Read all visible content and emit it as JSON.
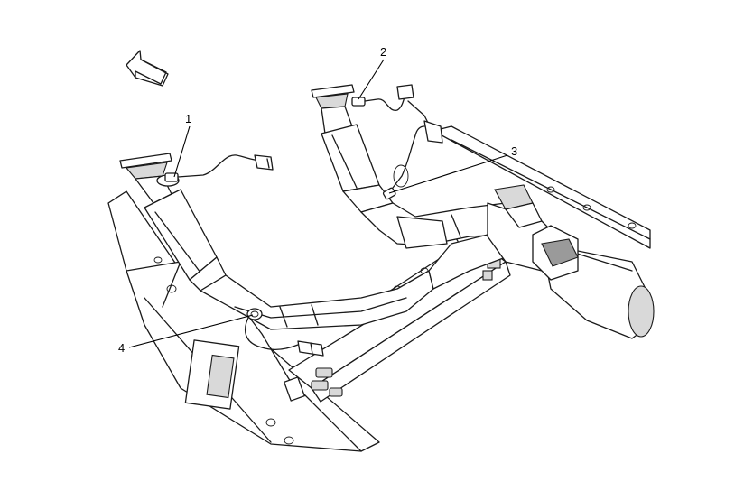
{
  "diagram": {
    "callouts": [
      {
        "id": "1",
        "label": "1"
      },
      {
        "id": "2",
        "label": "2"
      },
      {
        "id": "3",
        "label": "3"
      },
      {
        "id": "4",
        "label": "4"
      }
    ],
    "direction_arrow_icon": "front-arrow-icon",
    "colors": {
      "line": "#1a1a1a",
      "shade": "#d9d9d9",
      "background": "#ffffff"
    }
  }
}
